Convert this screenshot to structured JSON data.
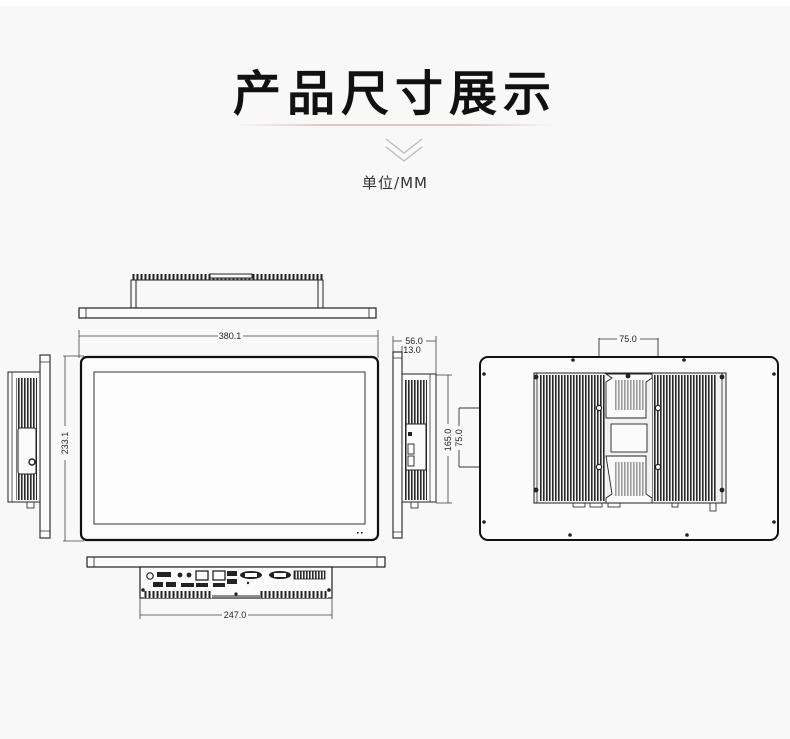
{
  "header": {
    "title": "产品尺寸展示",
    "unit_label": "单位/MM",
    "decoration": "double-chevron-down-icon"
  },
  "dimensions": {
    "front_width": "380.1",
    "front_height": "233.1",
    "side_depth_total": "56.0",
    "side_bezel_depth": "13.0",
    "rear_vesa_horizontal": "75.0",
    "rear_vesa_vertical": "75.0",
    "rear_bracket_height": "165.0",
    "bottom_io_width": "247.0"
  },
  "views": [
    {
      "name": "top-view"
    },
    {
      "name": "front-view"
    },
    {
      "name": "left-side-view"
    },
    {
      "name": "right-side-view"
    },
    {
      "name": "rear-view"
    },
    {
      "name": "bottom-view"
    }
  ],
  "colors": {
    "background": "#f8f8f8",
    "line": "#222222",
    "title": "#111111"
  }
}
